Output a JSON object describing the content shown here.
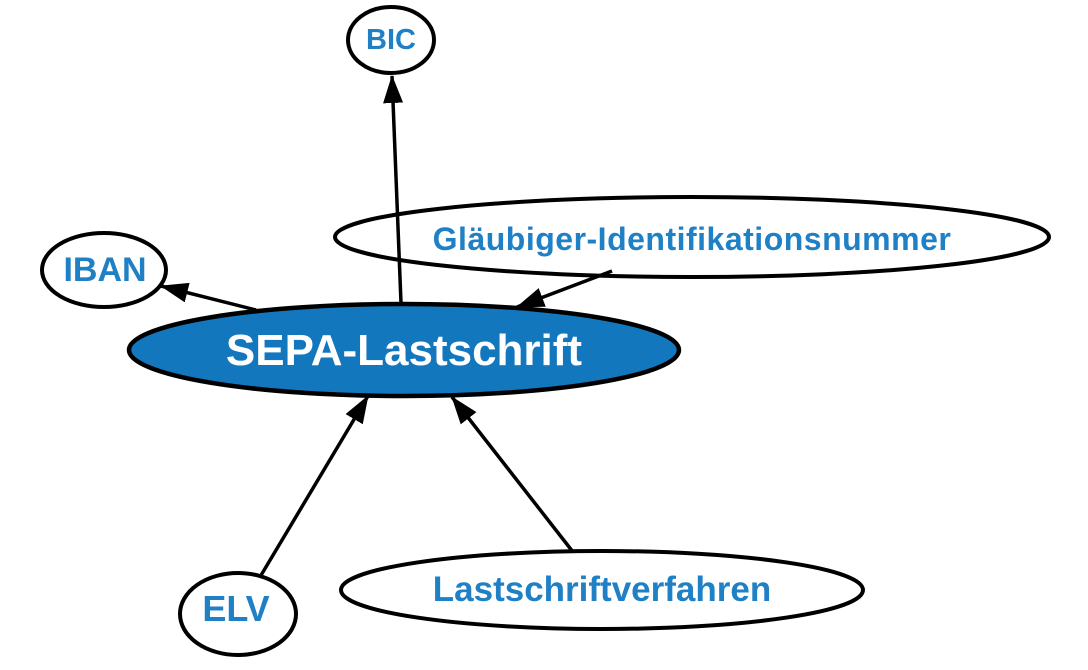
{
  "diagram": {
    "kind": "concept-map",
    "language": "de",
    "central_topic": "SEPA-Lastschrift"
  },
  "colors": {
    "background": "#ffffff",
    "node_fill": "#ffffff",
    "node_outline": "#000000",
    "edge_color": "#000000",
    "label_blue": "#1f80c6",
    "highlight_fill": "#1377be",
    "highlight_label": "#ffffff"
  },
  "nodes": [
    {
      "id": "bic",
      "label": "BIC",
      "highlighted": false
    },
    {
      "id": "glaeubiger-identifikationsnummer",
      "label": "Gläubiger-Identifikationsnummer",
      "highlighted": false
    },
    {
      "id": "iban",
      "label": "IBAN",
      "highlighted": false
    },
    {
      "id": "sepa-lastschrift",
      "label": "SEPA-Lastschrift",
      "highlighted": true
    },
    {
      "id": "elv",
      "label": "ELV",
      "highlighted": false
    },
    {
      "id": "lastschriftverfahren",
      "label": "Lastschriftverfahren",
      "highlighted": false
    }
  ],
  "edges": [
    {
      "from": "sepa-lastschrift",
      "to": "bic"
    },
    {
      "from": "glaeubiger-identifikationsnummer",
      "to": "sepa-lastschrift"
    },
    {
      "from": "sepa-lastschrift",
      "to": "iban"
    },
    {
      "from": "elv",
      "to": "sepa-lastschrift"
    },
    {
      "from": "lastschriftverfahren",
      "to": "sepa-lastschrift"
    }
  ]
}
